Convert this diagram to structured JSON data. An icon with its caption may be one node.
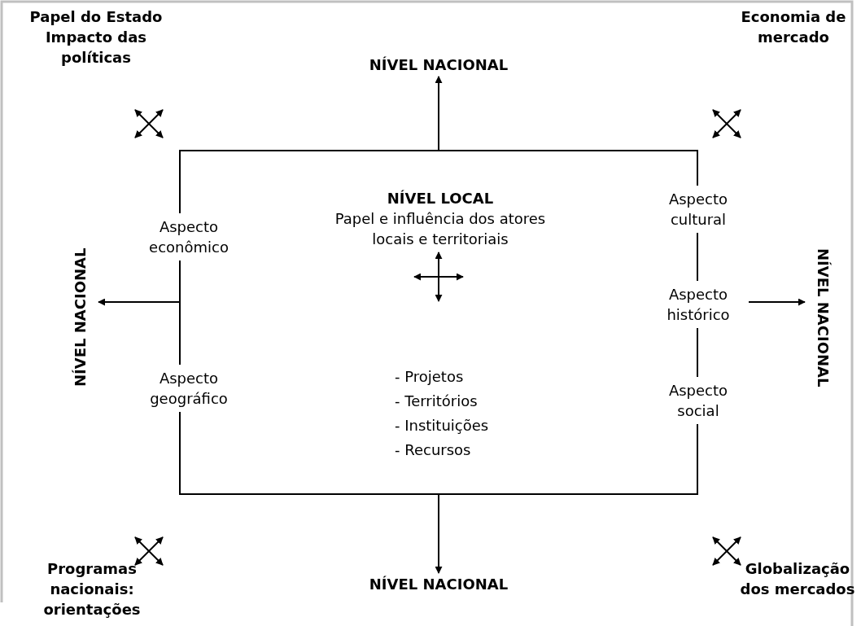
{
  "diagram": {
    "nodes": [
      {
        "text": [
          "NÍVEL LOCAL",
          "Papel e influência dos atores locais e territoriais",
          "- Projetos",
          "- Territórios",
          "- Instituições",
          "- Recursos"
        ]
      },
      {
        "text": [
          "NÍVEL NACIONAL"
        ]
      },
      {
        "text": [
          "NÍVEL NACIONAL"
        ]
      },
      {
        "text": [
          "NÍVEL NACIONAL"
        ]
      },
      {
        "text": [
          "NÍVEL NACIONAL"
        ]
      }
    ],
    "edges": [
      {
        "from": 0,
        "to": 1,
        "arrow": "to"
      },
      {
        "from": 0,
        "to": 2,
        "arrow": "to"
      },
      {
        "from": 0,
        "to": 3,
        "arrow": "to"
      },
      {
        "from": 0,
        "to": 4,
        "arrow": "to"
      }
    ],
    "labels": [
      "Papel do Estado",
      "Impacto das políticas",
      "Economia de mercado",
      "Aspecto econômico",
      "Aspecto cultural",
      "Aspecto histórico",
      "Aspecto geográfico",
      "Aspecto social",
      "Programas nacionais: orientações",
      "Globalização dos mercados"
    ]
  }
}
